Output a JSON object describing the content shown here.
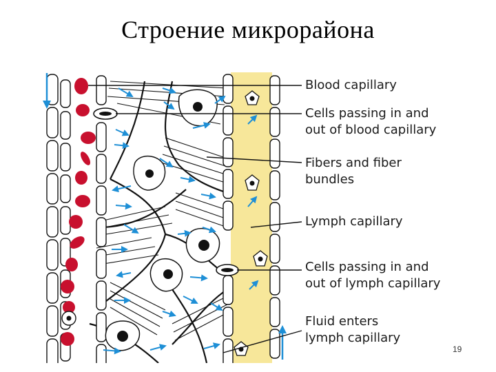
{
  "slide": {
    "title": "Строение микрорайона",
    "number": "19"
  },
  "labels": [
    {
      "id": "blood-capillary",
      "lines": [
        "Blood capillary"
      ]
    },
    {
      "id": "cells-blood-capillary",
      "lines": [
        "Cells passing in and",
        "out of blood capillary"
      ]
    },
    {
      "id": "fibers",
      "lines": [
        "Fibers and fiber",
        "bundles"
      ]
    },
    {
      "id": "lymph-capillary",
      "lines": [
        "Lymph capillary"
      ]
    },
    {
      "id": "cells-lymph-capillary",
      "lines": [
        "Cells passing in and",
        "out of lymph capillary"
      ]
    },
    {
      "id": "fluid-enters",
      "lines": [
        "Fluid enters",
        "lymph capillary"
      ]
    }
  ],
  "colors": {
    "red_blood_cell": "#c8102e",
    "lymph_fill": "#f7e79a",
    "flow_arrow": "#1e8fd6",
    "outline": "#111111"
  }
}
